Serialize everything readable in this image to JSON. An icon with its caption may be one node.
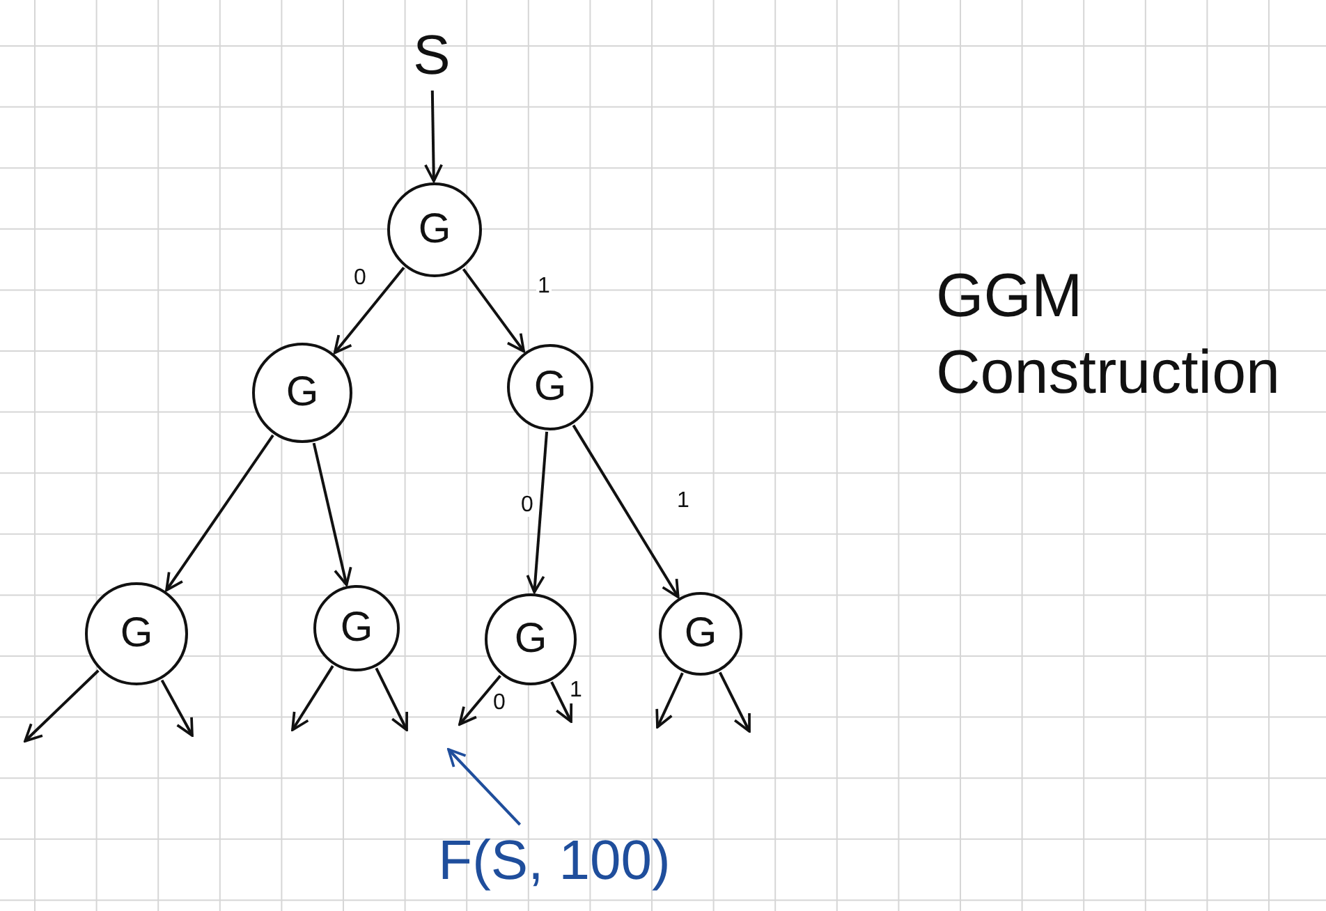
{
  "diagram": {
    "title": "GGM Construction",
    "nodes": [
      {
        "text": [
          "S"
        ]
      },
      {
        "text": [
          "G"
        ]
      },
      {
        "text": [
          "G"
        ]
      },
      {
        "text": [
          "G"
        ]
      },
      {
        "text": [
          "G"
        ]
      },
      {
        "text": [
          "G"
        ]
      },
      {
        "text": [
          "G"
        ]
      },
      {
        "text": [
          "G"
        ]
      },
      {
        "text": [
          "F(S, 100)"
        ]
      }
    ],
    "edges": [
      {
        "from": 0,
        "to": 1,
        "arrow": "to"
      },
      {
        "from": 1,
        "to": 2,
        "arrow": "to",
        "label": "0"
      },
      {
        "from": 1,
        "to": 3,
        "arrow": "to",
        "label": "1"
      },
      {
        "from": 2,
        "to": 4,
        "arrow": "to"
      },
      {
        "from": 2,
        "to": 5,
        "arrow": "to"
      },
      {
        "from": 3,
        "to": 6,
        "arrow": "to",
        "label": "0"
      },
      {
        "from": 3,
        "to": 7,
        "arrow": "to",
        "label": "1"
      },
      {
        "from": 4,
        "to": null,
        "arrow": "to"
      },
      {
        "from": 4,
        "to": null,
        "arrow": "to"
      },
      {
        "from": 5,
        "to": null,
        "arrow": "to"
      },
      {
        "from": 5,
        "to": null,
        "arrow": "to"
      },
      {
        "from": 6,
        "to": null,
        "arrow": "to",
        "label": "0"
      },
      {
        "from": 6,
        "to": null,
        "arrow": "to",
        "label": "1"
      },
      {
        "from": 7,
        "to": null,
        "arrow": "to"
      },
      {
        "from": 7,
        "to": null,
        "arrow": "to"
      },
      {
        "from": 8,
        "to": null,
        "arrow": "to",
        "color": "#1f4e9c"
      }
    ]
  }
}
